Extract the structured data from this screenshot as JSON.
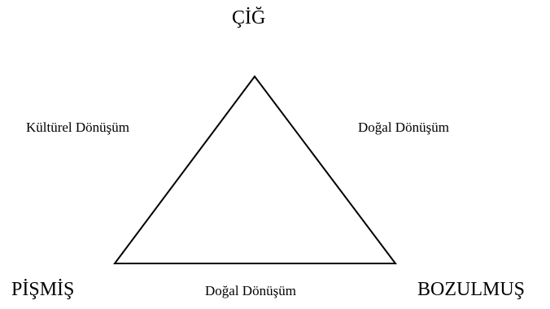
{
  "vertices": {
    "top": "ÇİĞ",
    "left": "PİŞMİŞ",
    "right": "BOZULMUŞ"
  },
  "edges": {
    "left": "Kültürel Dönüşüm",
    "right": "Doğal Dönüşüm",
    "bottom": "Doğal Dönüşüm"
  },
  "colors": {
    "line": "#000000",
    "text": "#000000",
    "background": "#ffffff"
  }
}
